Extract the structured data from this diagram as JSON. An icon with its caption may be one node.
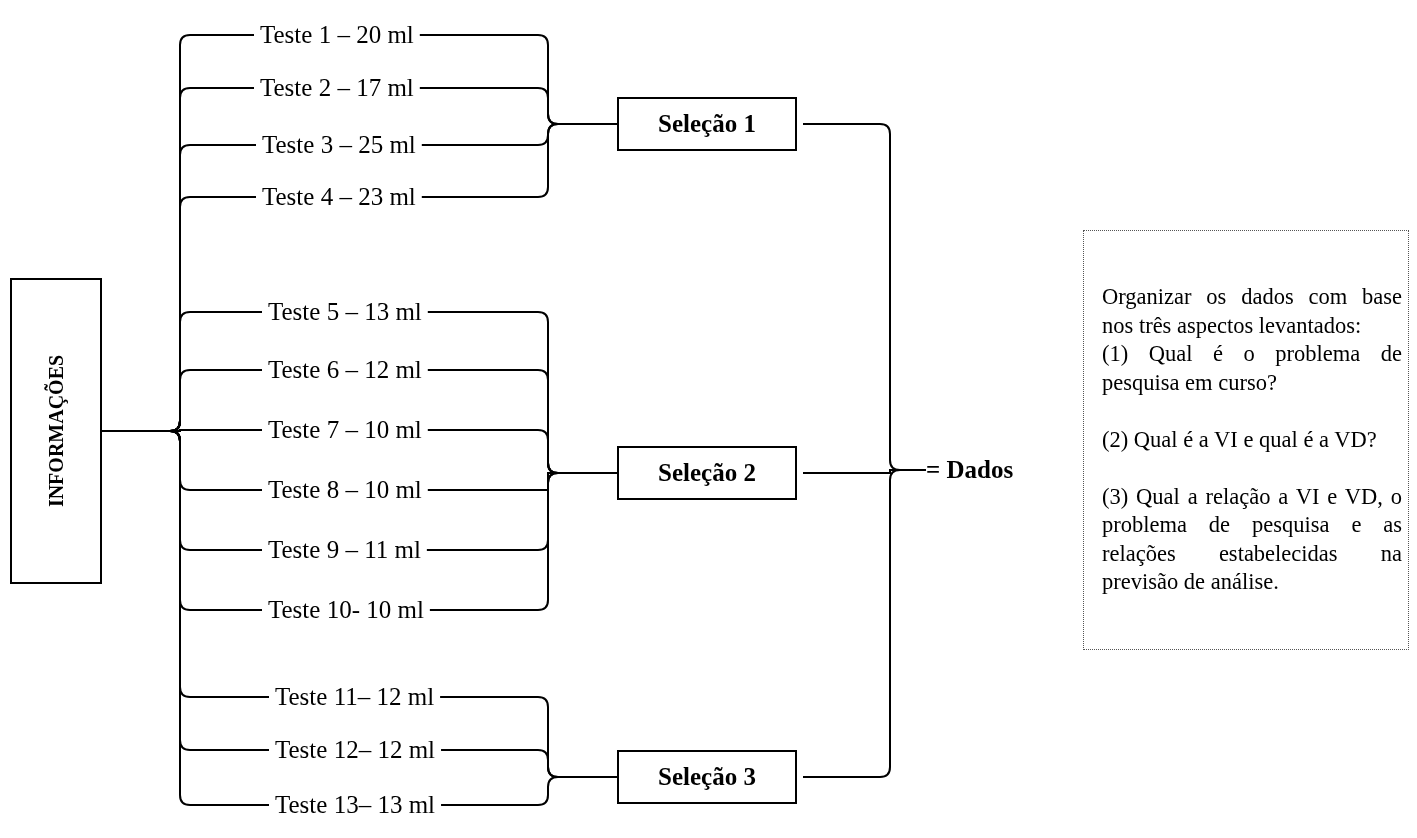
{
  "diagram": {
    "nodes": [
      {
        "text": [
          "INFORMAÇÕES"
        ]
      },
      {
        "text": [
          "Teste 1 – 20 ml"
        ]
      },
      {
        "text": [
          "Teste 2 – 17 ml"
        ]
      },
      {
        "text": [
          "Teste 3 – 25 ml"
        ]
      },
      {
        "text": [
          "Teste 4 – 23 ml"
        ]
      },
      {
        "text": [
          "Teste 5 – 13 ml"
        ]
      },
      {
        "text": [
          "Teste 6 – 12 ml"
        ]
      },
      {
        "text": [
          "Teste 7 – 10 ml"
        ]
      },
      {
        "text": [
          "Teste 8 – 10 ml"
        ]
      },
      {
        "text": [
          "Teste 9 – 11 ml"
        ]
      },
      {
        "text": [
          "Teste 10- 10 ml"
        ]
      },
      {
        "text": [
          "Teste 11– 12 ml"
        ]
      },
      {
        "text": [
          "Teste 12– 12 ml"
        ]
      },
      {
        "text": [
          "Teste 13– 13 ml"
        ]
      },
      {
        "text": [
          "Seleção 1"
        ]
      },
      {
        "text": [
          "Seleção 2"
        ]
      },
      {
        "text": [
          "Seleção 3"
        ]
      },
      {
        "text": [
          "= Dados"
        ]
      },
      {
        "text": [
          "Organizar os dados com base nos três aspectos levantados:",
          "(1) Qual é o problema de pesquisa em curso?",
          "(2) Qual é a VI e qual é a VD?",
          "(3) Qual a relação a VI e VD, o problema de pesquisa e as relações estabelecidas na previsão de análise."
        ]
      }
    ],
    "edges": [
      {
        "from": 0,
        "to": 1,
        "arrow": "none"
      },
      {
        "from": 0,
        "to": 2,
        "arrow": "none"
      },
      {
        "from": 0,
        "to": 3,
        "arrow": "none"
      },
      {
        "from": 0,
        "to": 4,
        "arrow": "none"
      },
      {
        "from": 0,
        "to": 5,
        "arrow": "none"
      },
      {
        "from": 0,
        "to": 6,
        "arrow": "none"
      },
      {
        "from": 0,
        "to": 7,
        "arrow": "none"
      },
      {
        "from": 0,
        "to": 8,
        "arrow": "none"
      },
      {
        "from": 0,
        "to": 9,
        "arrow": "none"
      },
      {
        "from": 0,
        "to": 10,
        "arrow": "none"
      },
      {
        "from": 0,
        "to": 11,
        "arrow": "none"
      },
      {
        "from": 0,
        "to": 12,
        "arrow": "none"
      },
      {
        "from": 0,
        "to": 13,
        "arrow": "none"
      },
      {
        "from": 1,
        "to": 14,
        "arrow": "none"
      },
      {
        "from": 2,
        "to": 14,
        "arrow": "none"
      },
      {
        "from": 3,
        "to": 14,
        "arrow": "none"
      },
      {
        "from": 4,
        "to": 14,
        "arrow": "none"
      },
      {
        "from": 5,
        "to": 15,
        "arrow": "none"
      },
      {
        "from": 6,
        "to": 15,
        "arrow": "none"
      },
      {
        "from": 7,
        "to": 15,
        "arrow": "none"
      },
      {
        "from": 8,
        "to": 15,
        "arrow": "none"
      },
      {
        "from": 9,
        "to": 15,
        "arrow": "none"
      },
      {
        "from": 10,
        "to": 15,
        "arrow": "none"
      },
      {
        "from": 11,
        "to": 16,
        "arrow": "none"
      },
      {
        "from": 12,
        "to": 16,
        "arrow": "none"
      },
      {
        "from": 13,
        "to": 16,
        "arrow": "none"
      },
      {
        "from": 14,
        "to": 17,
        "arrow": "none"
      },
      {
        "from": 15,
        "to": 17,
        "arrow": "none"
      },
      {
        "from": 16,
        "to": 17,
        "arrow": "none"
      }
    ]
  }
}
